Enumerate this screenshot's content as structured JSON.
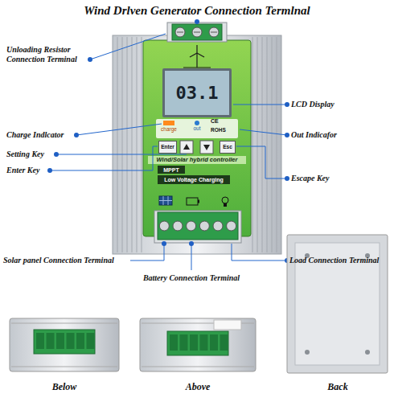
{
  "diagram": {
    "title": "Wind Drlven Generator Connection Termlnal",
    "nodes": [
      {
        "text": [
          "03.1"
        ]
      },
      {
        "text": [
          "Enter"
        ]
      },
      {
        "text": [
          "Esc"
        ]
      },
      {
        "text": [
          "MPPT"
        ]
      },
      {
        "text": [
          "Low Voltage Charging"
        ]
      }
    ],
    "labels": [
      "Unloading Resistor Connection Terminal",
      "LCD Display",
      "Charge Indlcator",
      "Out Indicafor",
      "Setting Key",
      "Enter Key",
      "Escape Key",
      "Solar panel Connection Terminal",
      "Battery Connection Terminal",
      "Load Connection Terminal",
      "charge",
      "out",
      "CE",
      "ROHS",
      "Wind/Solar hybrid controller",
      "Below",
      "Above",
      "Back"
    ]
  }
}
